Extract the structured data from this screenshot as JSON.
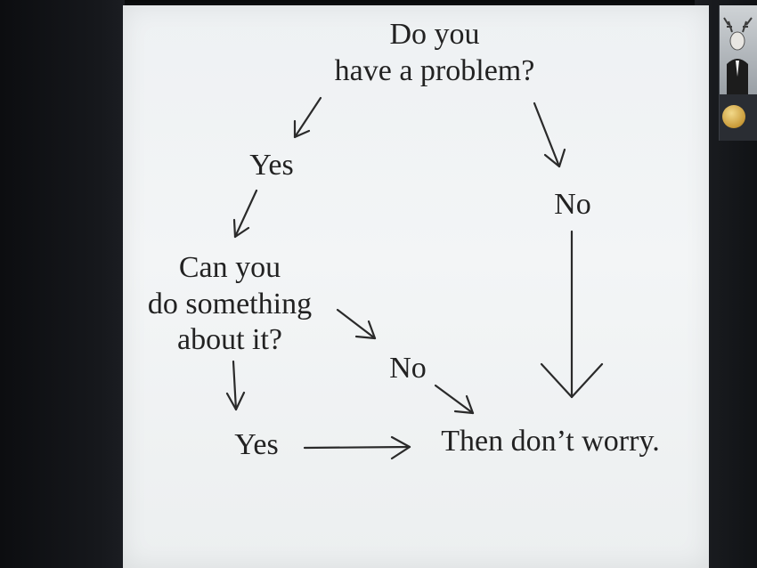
{
  "flowchart": {
    "question_1_line_1": "Do you",
    "question_1_line_2": "have a problem?",
    "answer_yes_1": "Yes",
    "answer_no_1": "No",
    "question_2_line_1": "Can you",
    "question_2_line_2": "do something",
    "question_2_line_3": "about it?",
    "answer_no_2": "No",
    "answer_yes_2": "Yes",
    "conclusion": "Then don’t worry."
  },
  "colors": {
    "ink": "#222222",
    "paper": "#eef1f3",
    "bezel": "#0f1114"
  }
}
